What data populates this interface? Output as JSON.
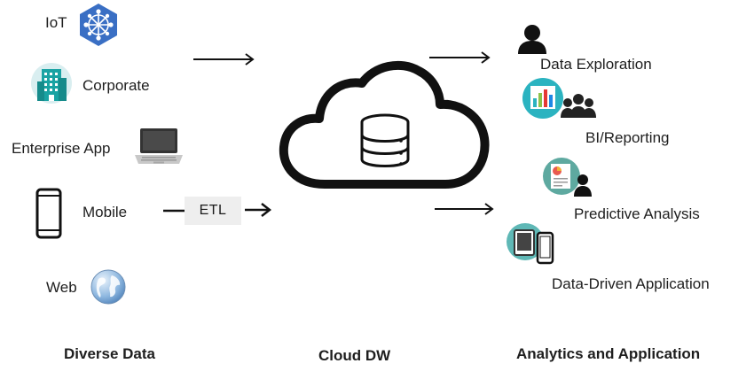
{
  "sources": {
    "heading": "Diverse Data",
    "items": [
      {
        "label": "IoT",
        "icon": "iot-network-icon"
      },
      {
        "label": "Corporate",
        "icon": "building-icon"
      },
      {
        "label": "Enterprise App",
        "icon": "laptop-icon"
      },
      {
        "label": "Mobile",
        "icon": "smartphone-icon"
      },
      {
        "label": "Web",
        "icon": "globe-icon"
      }
    ]
  },
  "etl": {
    "label": "ETL"
  },
  "warehouse": {
    "heading": "Cloud DW",
    "icon": "cloud-database-icon"
  },
  "outputs": {
    "heading": "Analytics and Application",
    "items": [
      {
        "label": "Data Exploration",
        "icon": "user-icon"
      },
      {
        "label": "BI/Reporting",
        "icon": "bar-chart-users-icon"
      },
      {
        "label": "Predictive Analysis",
        "icon": "report-user-icon"
      },
      {
        "label": "Data-Driven Application",
        "icon": "tablet-phone-icon"
      }
    ]
  },
  "colors": {
    "iot_blue": "#3a6fc4",
    "teal": "#1aa3a3",
    "dark": "#111111"
  }
}
